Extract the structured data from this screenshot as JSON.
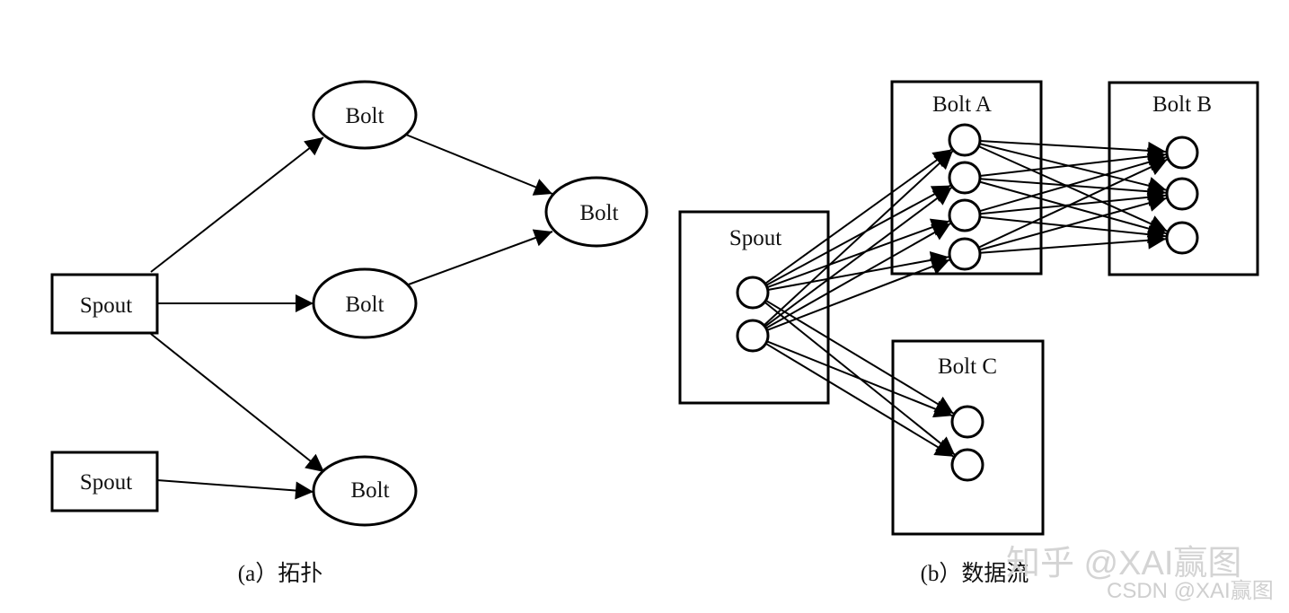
{
  "figure": {
    "panel_a": {
      "caption": "(a）拓扑",
      "nodes": [
        {
          "id": "a-spout-1",
          "type": "spout",
          "label": "Spout"
        },
        {
          "id": "a-spout-2",
          "type": "spout",
          "label": "Spout"
        },
        {
          "id": "a-bolt-top",
          "type": "bolt",
          "label": "Bolt"
        },
        {
          "id": "a-bolt-mid",
          "type": "bolt",
          "label": "Bolt"
        },
        {
          "id": "a-bolt-right",
          "type": "bolt",
          "label": "Bolt"
        },
        {
          "id": "a-bolt-bottom",
          "type": "bolt",
          "label": "Bolt"
        }
      ],
      "edges": [
        {
          "from": "a-spout-1",
          "to": "a-bolt-top"
        },
        {
          "from": "a-spout-1",
          "to": "a-bolt-mid"
        },
        {
          "from": "a-spout-1",
          "to": "a-bolt-bottom"
        },
        {
          "from": "a-spout-2",
          "to": "a-bolt-bottom"
        },
        {
          "from": "a-bolt-top",
          "to": "a-bolt-right"
        },
        {
          "from": "a-bolt-mid",
          "to": "a-bolt-right"
        }
      ]
    },
    "panel_b": {
      "caption": "(b）数据流",
      "groups": [
        {
          "id": "spout",
          "label": "Spout",
          "tasks": 2
        },
        {
          "id": "bolt-a",
          "label": "Bolt A",
          "tasks": 4
        },
        {
          "id": "bolt-b",
          "label": "Bolt B",
          "tasks": 3
        },
        {
          "id": "bolt-c",
          "label": "Bolt C",
          "tasks": 2
        }
      ],
      "group_edges": [
        {
          "from": "spout",
          "to": "bolt-a",
          "pattern": "all-to-all"
        },
        {
          "from": "spout",
          "to": "bolt-c",
          "pattern": "all-to-all"
        },
        {
          "from": "bolt-a",
          "to": "bolt-b",
          "pattern": "all-to-all"
        }
      ]
    },
    "watermarks": [
      "知乎 @XAI赢图",
      "CSDN @XAI赢图"
    ]
  }
}
